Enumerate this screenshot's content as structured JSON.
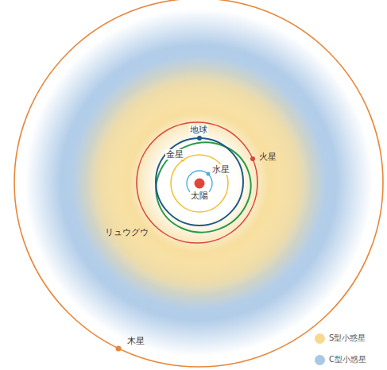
{
  "diagram": {
    "labels": [
      "地球",
      "金星",
      "水星",
      "太陽",
      "火星",
      "リュウグウ",
      "木星"
    ],
    "legend": [
      {
        "text": "S型小惑星",
        "color": "#f6d98f"
      },
      {
        "text": "C型小惑星",
        "color": "#a9c7e6"
      }
    ]
  }
}
